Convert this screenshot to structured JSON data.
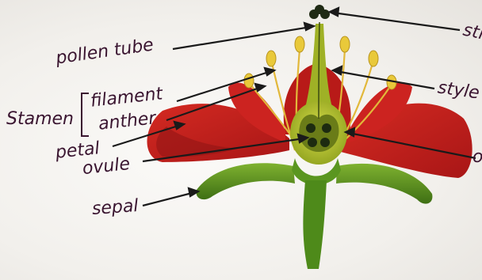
{
  "diagram": {
    "labels": {
      "pollen_tube": "pollen tube",
      "stamen": "Stamen",
      "filament": "filament",
      "anther": "anther",
      "petal": "petal",
      "ovule": "ovule",
      "sepal": "sepal",
      "style": "style",
      "stigma_partial": "sti",
      "ovary_partial": "o"
    },
    "colors": {
      "petal": "#c8201c",
      "petal_dark": "#8e1414",
      "sepal": "#4e8a1a",
      "pistil": "#b7c531",
      "anther": "#e9c93a",
      "stigma": "#1f2a14",
      "label_ink": "#3a1530"
    }
  }
}
